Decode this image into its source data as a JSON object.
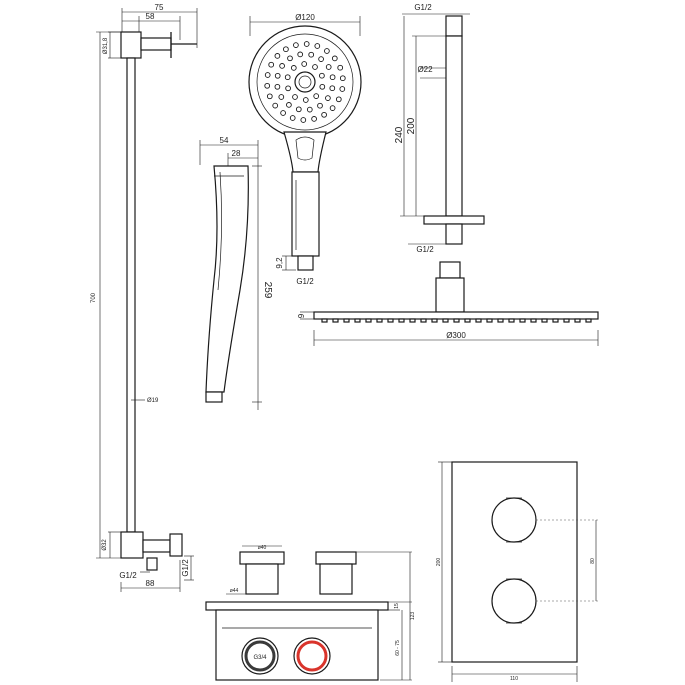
{
  "colors": {
    "line": "#1a1a1a",
    "hot_marker": "#d9342b",
    "cold_marker": "#3a3a3a",
    "background": "#ffffff"
  },
  "slide_rail": {
    "dim_width_total": "75",
    "dim_width_bracket": "58",
    "dim_bracket_diameter": "Ø31,8",
    "dim_length": "700",
    "dim_rail_diameter": "Ø19",
    "dim_elbow_diameter": "Ø32",
    "dim_outlet_thread": "G1/2",
    "dim_elbow_width": "88",
    "dim_side_thread": "G1/2"
  },
  "hand_shower": {
    "dim_head_diameter": "Ø120",
    "dim_side_width": "54",
    "dim_side_depth": "28",
    "dim_length": "259",
    "dim_thread_length": "9,2",
    "dim_thread": "G1/2"
  },
  "shower_arm": {
    "dim_thread_top": "G1/2",
    "dim_arm_diameter": "Ø22",
    "dim_arm_length": "200",
    "dim_total_length": "240",
    "dim_thread_bottom": "G1/2"
  },
  "overhead_shower": {
    "dim_height": "9",
    "dim_diameter": "Ø300"
  },
  "thermostat_box": {
    "dim_cap_diameter": "ø40",
    "dim_spindle_diameter": "ø44",
    "dim_inlet_label": "G3/4",
    "dim_flange": "15",
    "dim_depth_range": "60 - 75",
    "dim_total_depth": "123"
  },
  "cover_plate": {
    "dim_height": "200",
    "dim_knob_spacing": "80",
    "dim_width": "110"
  }
}
